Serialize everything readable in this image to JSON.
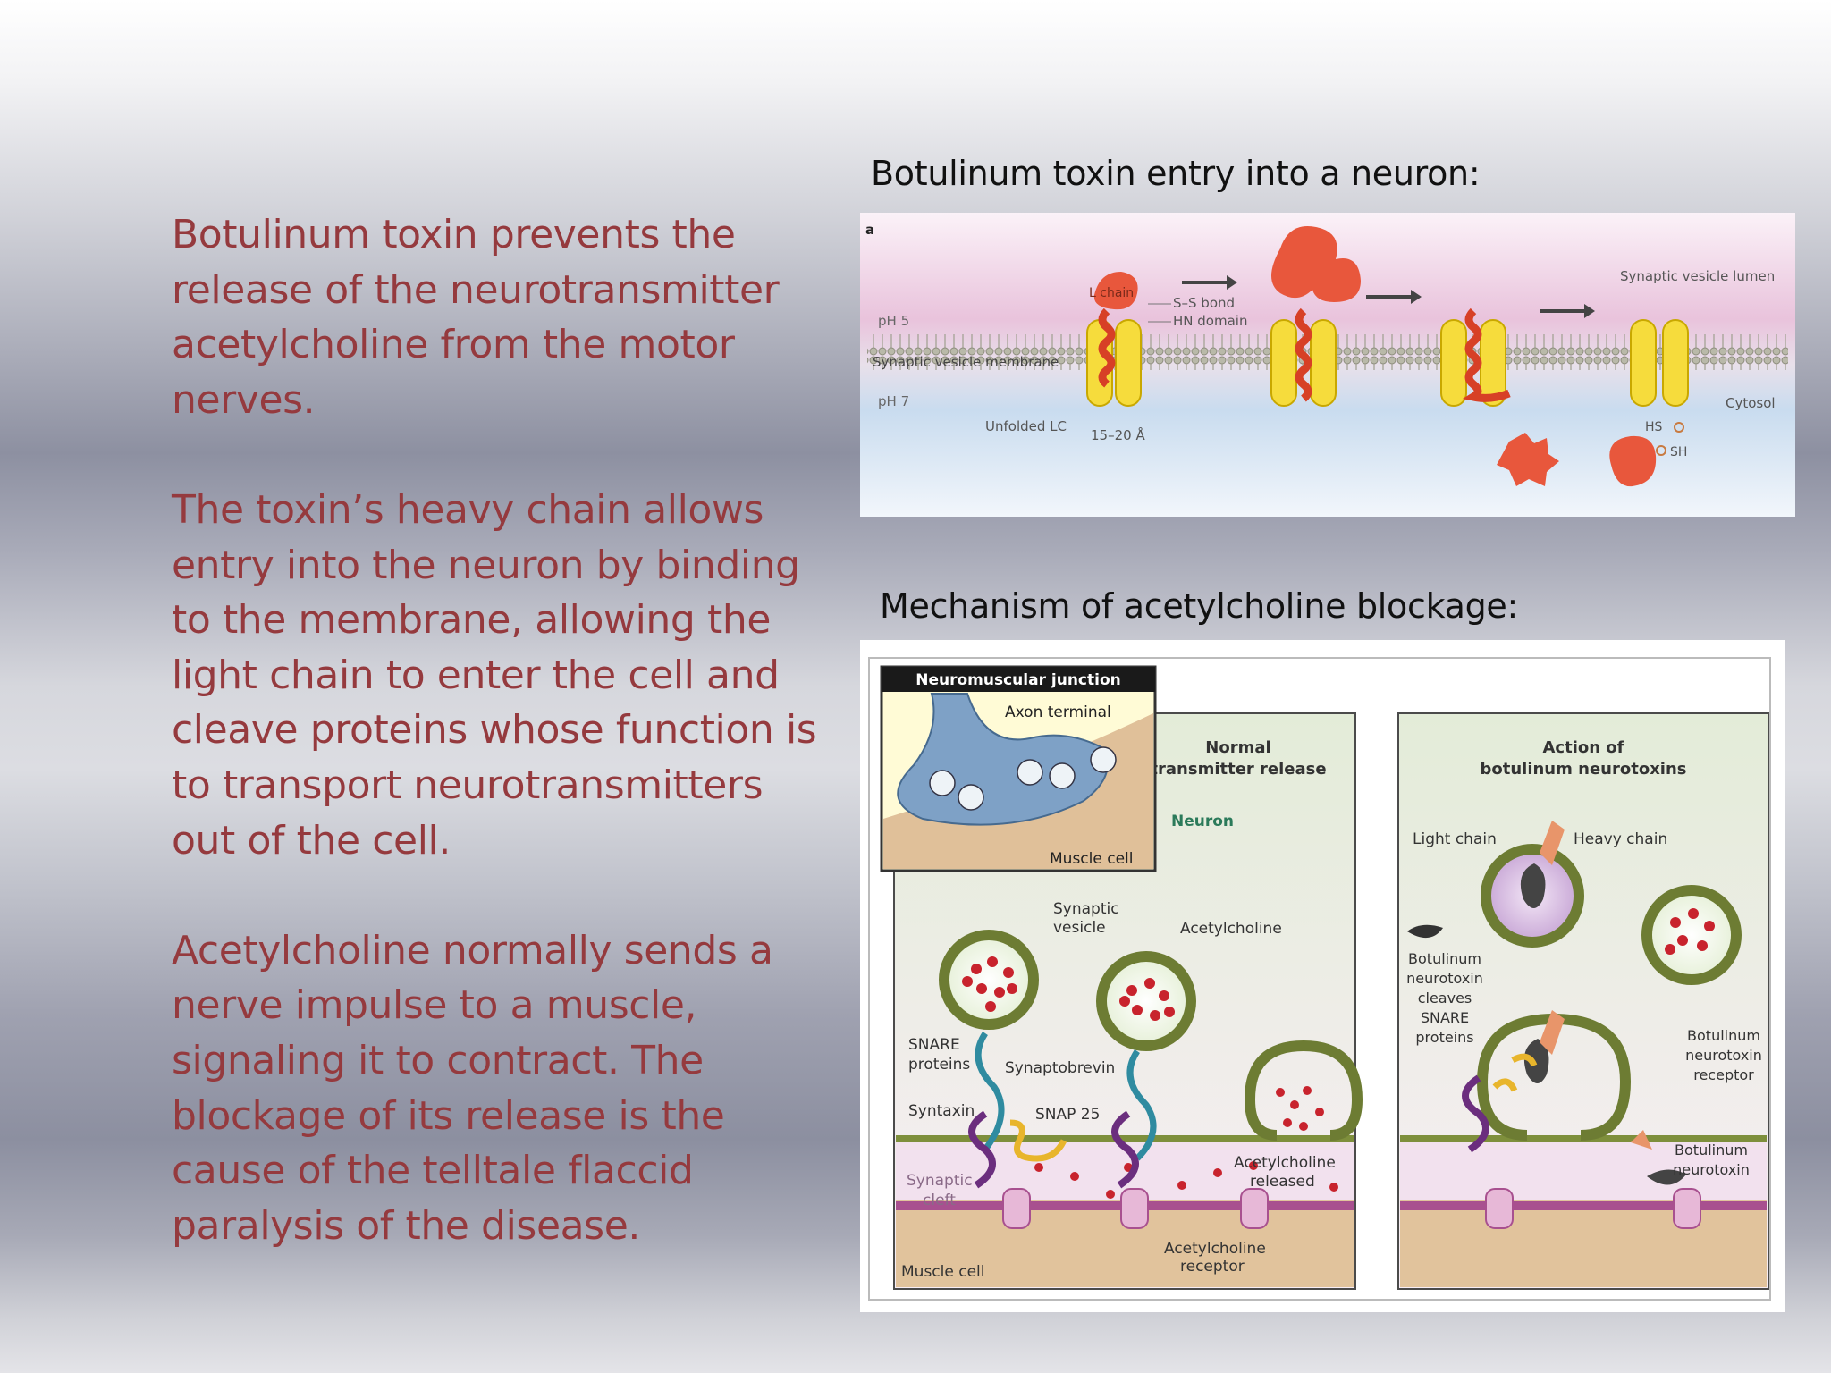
{
  "slide": {
    "paragraphs": [
      "Botulinum toxin prevents the release of the neurotransmitter acetylcholine from the motor nerves.",
      "The toxin’s heavy chain allows entry into the neuron by binding to the membrane, allowing the light chain to enter the cell and cleave proteins whose function is to transport neurotransmitters out of the cell.",
      "Acetylcholine normally sends a nerve impulse to a muscle, signaling it to contract. The blockage of its release is the cause of the telltale flaccid paralysis of the disease."
    ],
    "caption_top": "Botulinum toxin entry into a neuron:",
    "caption_bottom": "Mechanism of acetylcholine blockage:"
  },
  "figure_a": {
    "panel_letter": "a",
    "labels": {
      "vesicle_lumen": "Synaptic vesicle lumen",
      "ph5": "pH 5",
      "membrane": "Synaptic vesicle membrane",
      "ph7": "pH 7",
      "cytosol": "Cytosol",
      "l_chain": "L chain",
      "ss_bond": "S–S bond",
      "hn_domain": "HN domain",
      "unfolded_lc": "Unfolded LC",
      "width": "15–20 Å",
      "hs": "HS",
      "sh": "SH"
    }
  },
  "figure_b": {
    "inset": {
      "title": "Neuromuscular junction",
      "axon": "Axon terminal",
      "muscle": "Muscle cell"
    },
    "normal": {
      "title_line1": "Normal",
      "title_line2": "transmitter release",
      "neuron": "Neuron",
      "synaptic_vesicle_1": "Synaptic",
      "synaptic_vesicle_2": "vesicle",
      "acetylcholine": "Acetylcholine",
      "snare_1": "SNARE",
      "snare_2": "proteins",
      "synaptobrevin": "Synaptobrevin",
      "syntaxin": "Syntaxin",
      "snap25": "SNAP 25",
      "cleft_1": "Synaptic",
      "cleft_2": "cleft",
      "released_1": "Acetylcholine",
      "released_2": "released",
      "receptor_1": "Acetylcholine",
      "receptor_2": "receptor",
      "muscle_cell": "Muscle cell"
    },
    "action": {
      "title_line1": "Action of",
      "title_line2": "botulinum neurotoxins",
      "light_chain": "Light chain",
      "heavy_chain": "Heavy chain",
      "cleaves_1": "Botulinum",
      "cleaves_2": "neurotoxin",
      "cleaves_3": "cleaves",
      "cleaves_4": "SNARE",
      "cleaves_5": "proteins",
      "receptor_1": "Botulinum",
      "receptor_2": "neurotoxin",
      "receptor_3": "receptor",
      "toxin_1": "Botulinum",
      "toxin_2": "neurotoxin"
    }
  }
}
